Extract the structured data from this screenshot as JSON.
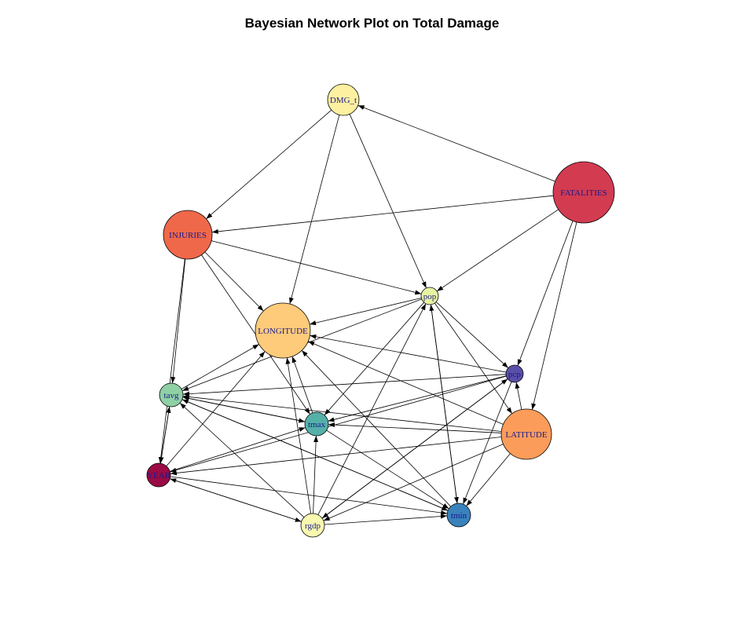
{
  "title": "Bayesian Network Plot on Total Damage",
  "colors": {
    "edge": "#000000",
    "node_border": "#000000",
    "label": "#1a1a8c"
  },
  "nodes": [
    {
      "id": "DMG_t",
      "label": "DMG_t",
      "color": "#fdf0a0"
    },
    {
      "id": "FATALITIES",
      "label": "FATALITIES",
      "color": "#d33b50"
    },
    {
      "id": "INJURIES",
      "label": "INJURIES",
      "color": "#f0684a"
    },
    {
      "id": "pop",
      "label": "pop",
      "color": "#e8f3a0"
    },
    {
      "id": "LONGITUDE",
      "label": "LONGITUDE",
      "color": "#fdcb7a"
    },
    {
      "id": "pcp",
      "label": "pcp",
      "color": "#5a4fa8"
    },
    {
      "id": "tavg",
      "label": "tavg",
      "color": "#8fd0a4"
    },
    {
      "id": "tmax",
      "label": "tmax",
      "color": "#55b0a8"
    },
    {
      "id": "LATITUDE",
      "label": "LATITUDE",
      "color": "#fc9c5a"
    },
    {
      "id": "YEAR",
      "label": "YEAR",
      "color": "#9a0b45"
    },
    {
      "id": "tmin",
      "label": "tmin",
      "color": "#3a82bb"
    },
    {
      "id": "rgdp",
      "label": "rgdp",
      "color": "#f8f8b0"
    }
  ],
  "edges": [
    [
      "DMG_t",
      "INJURIES"
    ],
    [
      "DMG_t",
      "LONGITUDE"
    ],
    [
      "DMG_t",
      "pop"
    ],
    [
      "FATALITIES",
      "DMG_t"
    ],
    [
      "FATALITIES",
      "INJURIES"
    ],
    [
      "FATALITIES",
      "pop"
    ],
    [
      "FATALITIES",
      "pcp"
    ],
    [
      "FATALITIES",
      "LATITUDE"
    ],
    [
      "INJURIES",
      "pop"
    ],
    [
      "INJURIES",
      "LONGITUDE"
    ],
    [
      "INJURIES",
      "tavg"
    ],
    [
      "INJURIES",
      "YEAR"
    ],
    [
      "INJURIES",
      "tmax"
    ],
    [
      "pop",
      "LONGITUDE"
    ],
    [
      "pop",
      "pcp"
    ],
    [
      "pop",
      "tmin"
    ],
    [
      "pop",
      "tavg"
    ],
    [
      "pop",
      "LATITUDE"
    ],
    [
      "pop",
      "tmax"
    ],
    [
      "pcp",
      "LONGITUDE"
    ],
    [
      "pcp",
      "tavg"
    ],
    [
      "pcp",
      "tmax"
    ],
    [
      "pcp",
      "tmin"
    ],
    [
      "pcp",
      "YEAR"
    ],
    [
      "pcp",
      "rgdp"
    ],
    [
      "LATITUDE",
      "LONGITUDE"
    ],
    [
      "LATITUDE",
      "pcp"
    ],
    [
      "LATITUDE",
      "tavg"
    ],
    [
      "LATITUDE",
      "tmax"
    ],
    [
      "LATITUDE",
      "tmin"
    ],
    [
      "LATITUDE",
      "rgdp"
    ],
    [
      "LATITUDE",
      "YEAR"
    ],
    [
      "tavg",
      "LONGITUDE"
    ],
    [
      "tavg",
      "tmax"
    ],
    [
      "tavg",
      "tmin"
    ],
    [
      "tavg",
      "YEAR"
    ],
    [
      "tmax",
      "LONGITUDE"
    ],
    [
      "tmax",
      "tavg"
    ],
    [
      "tmax",
      "tmin"
    ],
    [
      "YEAR",
      "tavg"
    ],
    [
      "YEAR",
      "LONGITUDE"
    ],
    [
      "YEAR",
      "tmax"
    ],
    [
      "YEAR",
      "tmin"
    ],
    [
      "YEAR",
      "rgdp"
    ],
    [
      "rgdp",
      "LONGITUDE"
    ],
    [
      "rgdp",
      "tavg"
    ],
    [
      "rgdp",
      "tmax"
    ],
    [
      "rgdp",
      "tmin"
    ],
    [
      "rgdp",
      "pop"
    ],
    [
      "rgdp",
      "pcp"
    ],
    [
      "rgdp",
      "YEAR"
    ],
    [
      "tmin",
      "LONGITUDE"
    ],
    [
      "tmin",
      "tavg"
    ],
    [
      "tmin",
      "pop"
    ]
  ]
}
